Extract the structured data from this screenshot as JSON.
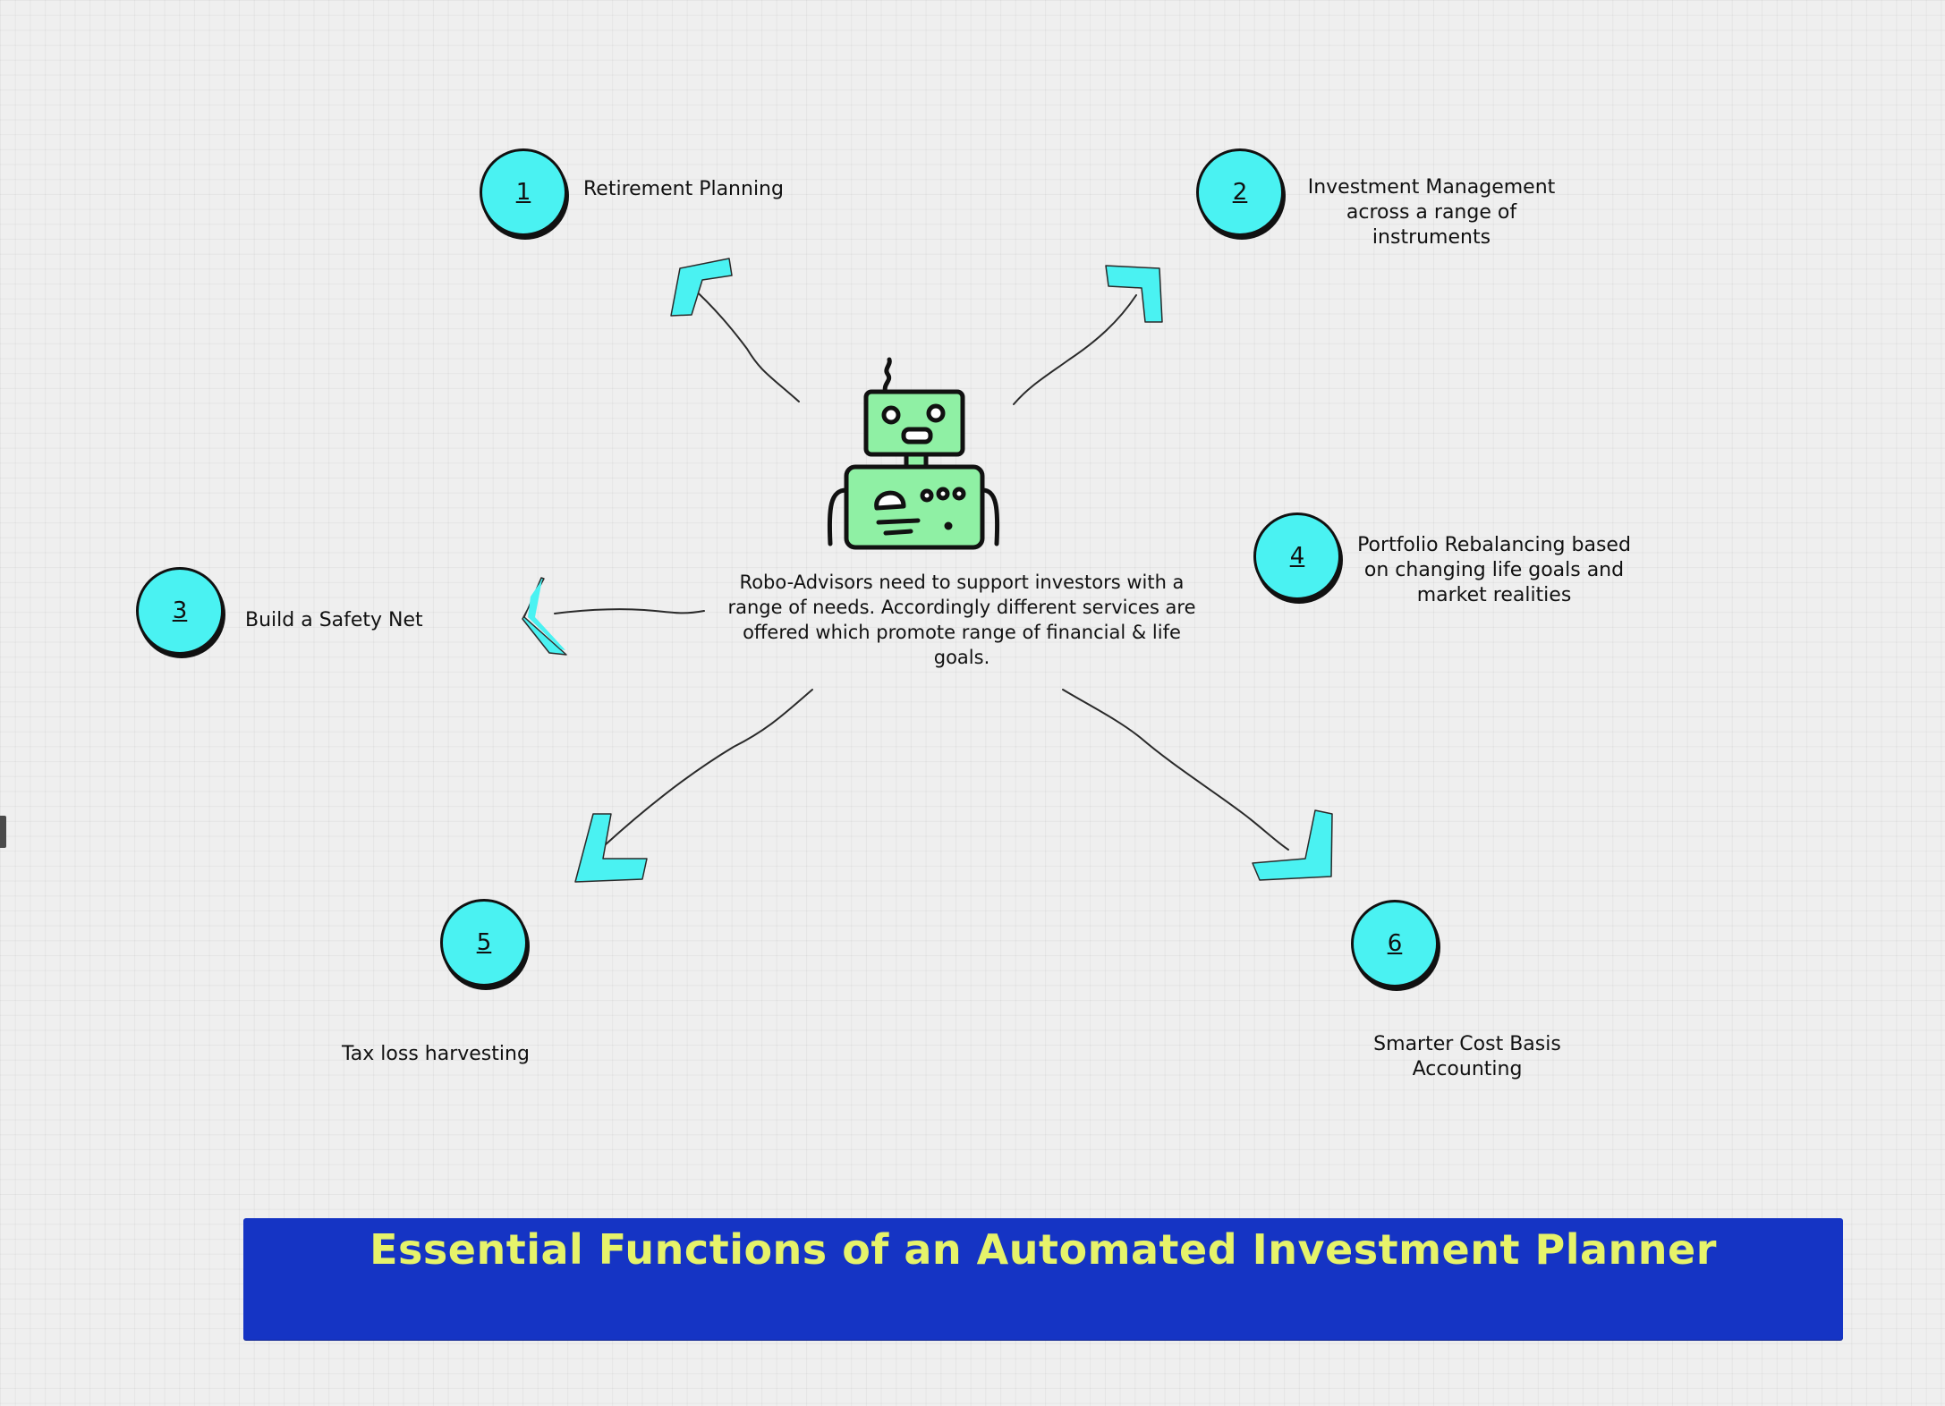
{
  "center": {
    "text": "Robo-Advisors need to support investors with a range of needs. Accordingly different services are offered which promote  range of financial & life goals."
  },
  "nodes": [
    {
      "number": "1",
      "label": "Retirement Planning"
    },
    {
      "number": "2",
      "label": "Investment Management\nacross a range of\ninstruments"
    },
    {
      "number": "3",
      "label": "Build a Safety Net"
    },
    {
      "number": "4",
      "label": "Portfolio Rebalancing based\non changing life goals and\nmarket realities"
    },
    {
      "number": "5",
      "label": "Tax loss harvesting"
    },
    {
      "number": "6",
      "label": "Smarter Cost Basis\nAccounting"
    }
  ],
  "banner": {
    "title": "Essential Functions of an Automated Investment Planner"
  },
  "colors": {
    "node_fill": "#4af2f2",
    "arrow_fill": "#4af2f2",
    "robot_fill": "#8ff0a4",
    "banner_bg": "#1534c4",
    "banner_text": "#e6f36a"
  },
  "icons": {
    "robot": "robot-icon"
  }
}
